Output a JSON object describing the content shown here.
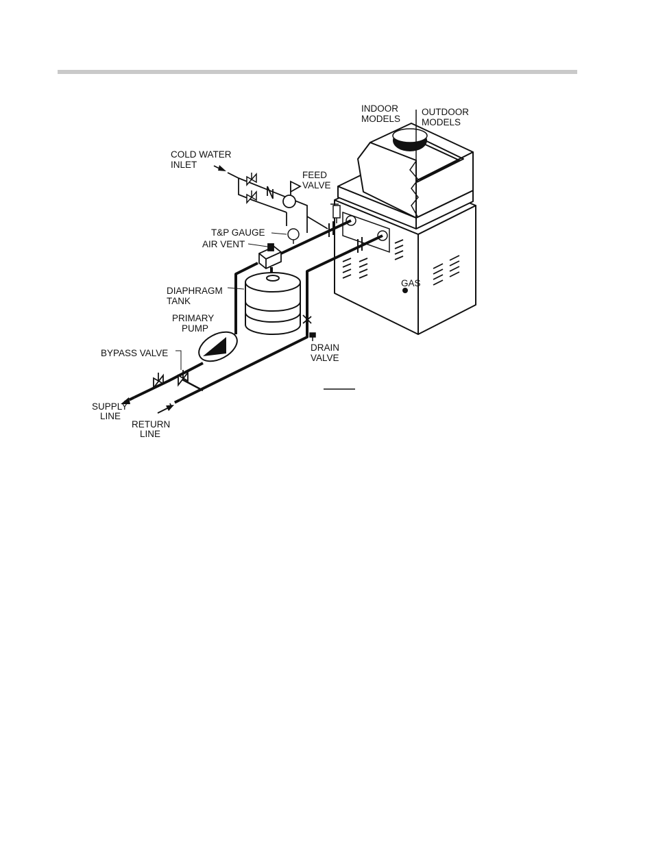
{
  "labels": {
    "indoor_1": "INDOOR",
    "indoor_2": "MODELS",
    "outdoor_1": "OUTDOOR",
    "outdoor_2": "MODELS",
    "cold_1": "COLD WATER",
    "cold_2": "INLET",
    "feed_1": "FEED",
    "feed_2": "VALVE",
    "tp_gauge": "T&P GAUGE",
    "air_vent": "AIR VENT",
    "diaphragm_1": "DIAPHRAGM",
    "diaphragm_2": "TANK",
    "primary_1": "PRIMARY",
    "primary_2": "PUMP",
    "bypass": "BYPASS VALVE",
    "supply_1": "SUPPLY",
    "supply_2": "LINE",
    "return_1": "RETURN",
    "return_2": "LINE",
    "drain_1": "DRAIN",
    "drain_2": "VALVE",
    "gas": "GAS"
  },
  "colors": {
    "line": "#111111",
    "rule": "#c9c9c9",
    "background": "#ffffff"
  }
}
